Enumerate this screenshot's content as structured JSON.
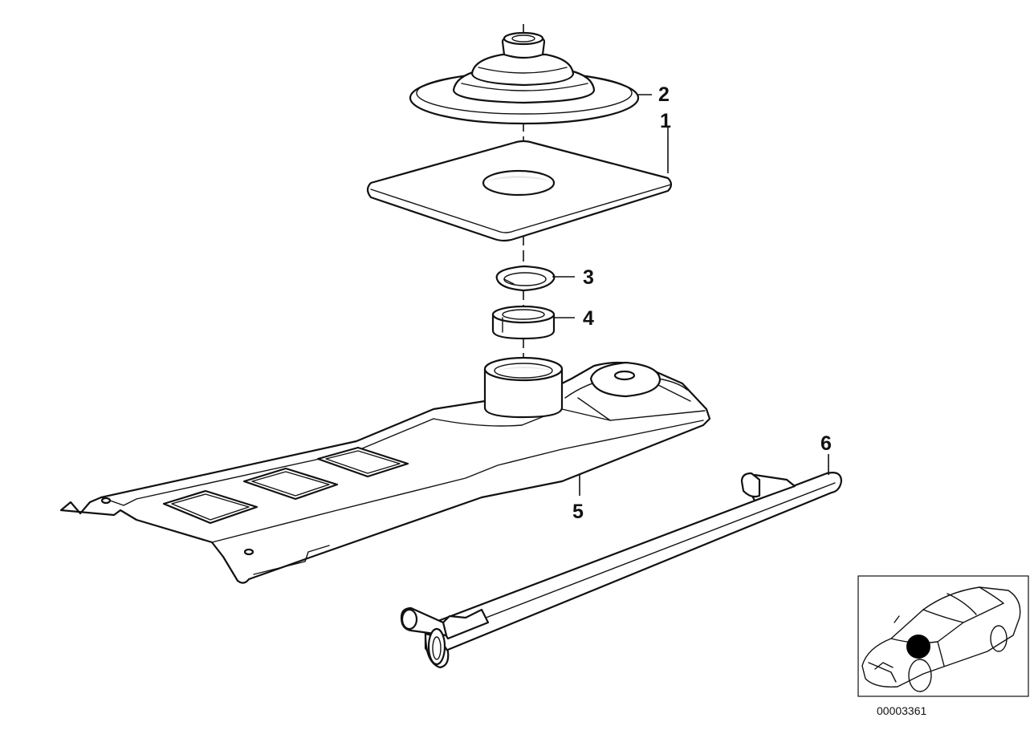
{
  "callouts": [
    {
      "label": "1"
    },
    {
      "label": "2"
    },
    {
      "label": "3"
    },
    {
      "label": "4"
    },
    {
      "label": "5"
    },
    {
      "label": "6"
    }
  ],
  "document_number": "00003361",
  "colors": {
    "line": "#111111",
    "background": "#ffffff",
    "location_marker": "#000000"
  }
}
